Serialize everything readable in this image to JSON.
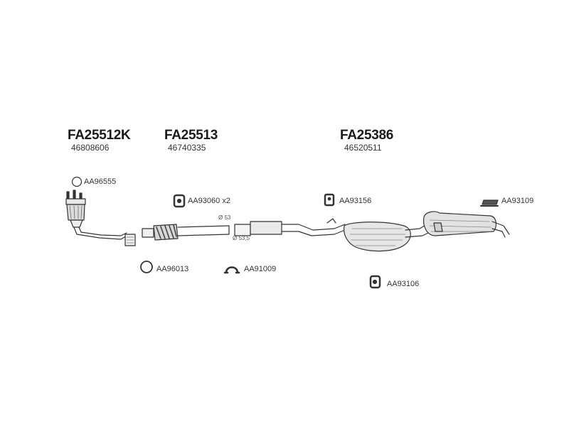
{
  "groups": [
    {
      "part": "FA25512K",
      "oe": "46808606"
    },
    {
      "part": "FA25513",
      "oe": "46740335"
    },
    {
      "part": "FA25386",
      "oe": "46520511"
    }
  ],
  "accessories": {
    "aa96555": "AA96555",
    "aa93060": "AA93060 x2",
    "aa93156": "AA93156",
    "aa93109": "AA93109",
    "aa96013": "AA96013",
    "aa91009": "AA91009",
    "aa93106": "AA93106"
  },
  "dimensions": {
    "d53": "Ø 53",
    "d53_5": "Ø 53,5"
  }
}
